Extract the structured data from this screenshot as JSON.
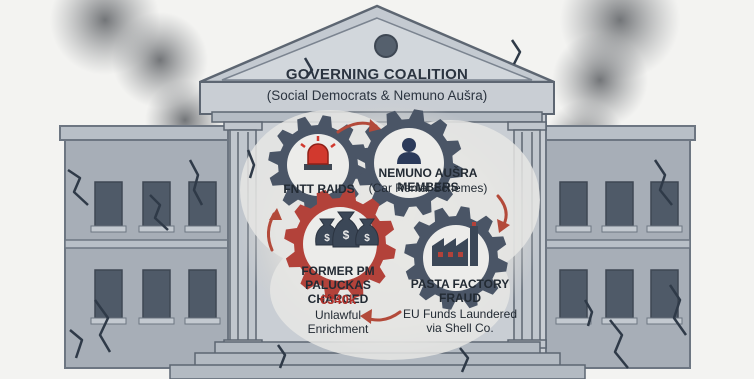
{
  "title": "GOVERNING COALITION",
  "subtitle": "(Social Democrats & Nemuno Aušra)",
  "nodes": [
    {
      "id": "fntt",
      "label": "FNTT RAIDS",
      "icon": "siren-icon"
    },
    {
      "id": "nemuno",
      "label": "NEMUNO AUŠRA MEMBERS",
      "detail": "(Car Rental Schemes)",
      "icon": "person-icon"
    },
    {
      "id": "paluckas",
      "label_line1": "FORMER PM",
      "label_line2": "PALUCKAS CHARGED",
      "amount": "€340k",
      "detail_line1": "Unlawful",
      "detail_line2": "Enrichment",
      "icon": "money-bags-icon"
    },
    {
      "id": "pasta",
      "label_line1": "PASTA FACTORY",
      "label_line2": "FRAUD",
      "detail_line1": "EU Funds Laundered",
      "detail_line2": "via Shell Co.",
      "icon": "factory-icon"
    }
  ],
  "colors": {
    "gear": "#4a5566",
    "gear_red": "#b3423a",
    "arrow": "#b34a3a",
    "amount": "#b3302a",
    "building": "#9aa3ad",
    "windows": "#4f5a68"
  }
}
